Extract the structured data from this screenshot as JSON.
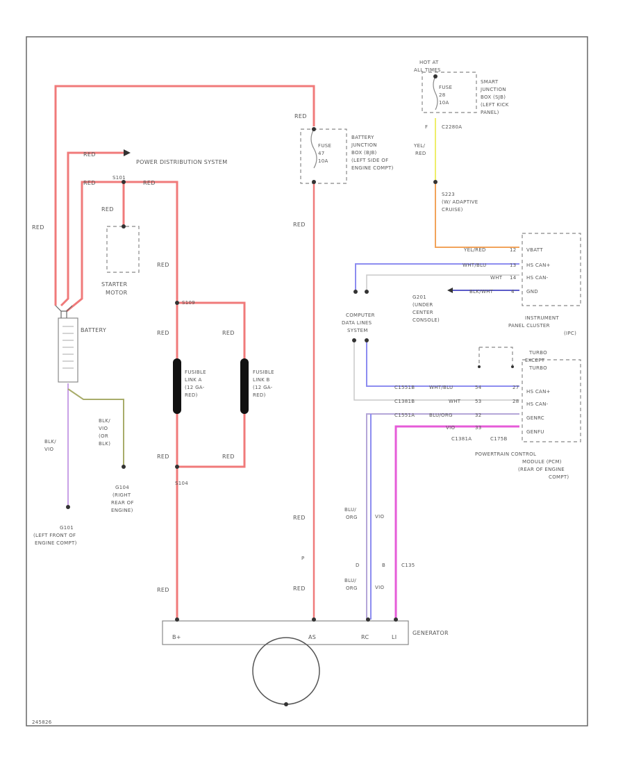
{
  "labels": {
    "red": "RED",
    "power_distribution": "POWER DISTRIBUTION SYSTEM",
    "s101": "S101",
    "starter_motor_1": "STARTER",
    "starter_motor_2": "MOTOR",
    "s109": "S109",
    "battery": "BATTERY",
    "fusible_a_1": "FUSIBLE",
    "fusible_a_2": "LINK A",
    "fusible_a_3": "(12 GA-",
    "fusible_a_4": "RED)",
    "fusible_b_1": "FUSIBLE",
    "fusible_b_2": "LINK B",
    "fusible_b_3": "(12 GA-",
    "fusible_b_4": "RED)",
    "s104": "S104",
    "blk_vio_1": "BLK/",
    "blk_vio_2": "VIO",
    "blk_vio_or_1": "BLK/",
    "blk_vio_or_2": "VIO",
    "blk_vio_or_3": "(OR",
    "blk_vio_or_4": "BLK)",
    "g104_1": "G104",
    "g104_2": "(RIGHT",
    "g104_3": "REAR OF",
    "g104_4": "ENGINE)",
    "g101_1": "G101",
    "g101_2": "(LEFT FRONT OF",
    "g101_3": "ENGINE COMPT)",
    "fuse_bjb_1": "FUSE",
    "fuse_bjb_2": "47",
    "fuse_bjb_3": "10A",
    "bjb_1": "BATTERY",
    "bjb_2": "JUNCTION",
    "bjb_3": "BOX (BJB)",
    "bjb_4": "(LEFT SIDE OF",
    "bjb_5": "ENGINE COMPT)",
    "hot_1": "HOT AT",
    "hot_2": "ALL TIMES",
    "fuse_sjb_1": "FUSE",
    "fuse_sjb_2": "28",
    "fuse_sjb_3": "10A",
    "sjb_1": "SMART",
    "sjb_2": "JUNCTION",
    "sjb_3": "BOX (SJB)",
    "sjb_4": "(LEFT KICK",
    "sjb_5": "PANEL)",
    "c2280a": "C2280A",
    "pin_f": "F",
    "yel_red_1": "YEL/",
    "yel_red_2": "RED",
    "s223_1": "S223",
    "s223_2": "(W/ ADAPTIVE",
    "s223_3": "CRUISE)",
    "yel_red_wire": "YEL/RED",
    "wht_blu": "WHT/BLU",
    "wht": "WHT",
    "blk_wht": "BLK/WHT",
    "pin_12": "12",
    "pin_13": "13",
    "pin_14": "14",
    "pin_4": "4",
    "vbatt": "VBATT",
    "hs_can_plus": "HS CAN+",
    "hs_can_minus": "HS CAN-",
    "gnd": "GND",
    "ipc_1": "INSTRUMENT",
    "ipc_2": "PANEL CLUSTER",
    "ipc_3": "(IPC)",
    "g201_1": "G201",
    "g201_2": "(UNDER",
    "g201_3": "CENTER",
    "g201_4": "CONSOLE)",
    "cdl_1": "COMPUTER",
    "cdl_2": "DATA LINES",
    "cdl_3": "SYSTEM",
    "turbo_1": "TURBO",
    "turbo_2": "EXCEPT",
    "turbo_3": "TURBO",
    "c1551b": "C1551B",
    "c1381b": "C1381B",
    "c1551a": "C1551A",
    "wht_blu_54": "WHT/BLU",
    "wht_53": "WHT",
    "blu_org": "BLU/ORG",
    "vio": "VIO",
    "pin_54": "54",
    "pin_53": "53",
    "pin_32": "32",
    "pin_33": "33",
    "pin_x": "27",
    "pin_y": "28",
    "pcm_hs_can_plus": "HS CAN+",
    "pcm_hs_can_minus": "HS CAN-",
    "genrc": "GENRC",
    "genfu": "GENFU",
    "c1381a": "C1381A",
    "c175b": "C175B",
    "pcm_1": "POWERTRAIN CONTROL",
    "pcm_2": "MODULE (PCM)",
    "pcm_3": "(REAR OF ENGINE",
    "pcm_4": "COMPT)",
    "blu_org_1": "BLU/",
    "blu_org_2": "ORG",
    "vio2": "VIO",
    "pin_p": "P",
    "pin_d": "D",
    "pin_b": "B",
    "c135": "C135",
    "gen_bplus": "B+",
    "gen_as": "AS",
    "gen_rc": "RC",
    "gen_lio": "LI",
    "generator": "GENERATOR",
    "figure_id": "245826"
  }
}
